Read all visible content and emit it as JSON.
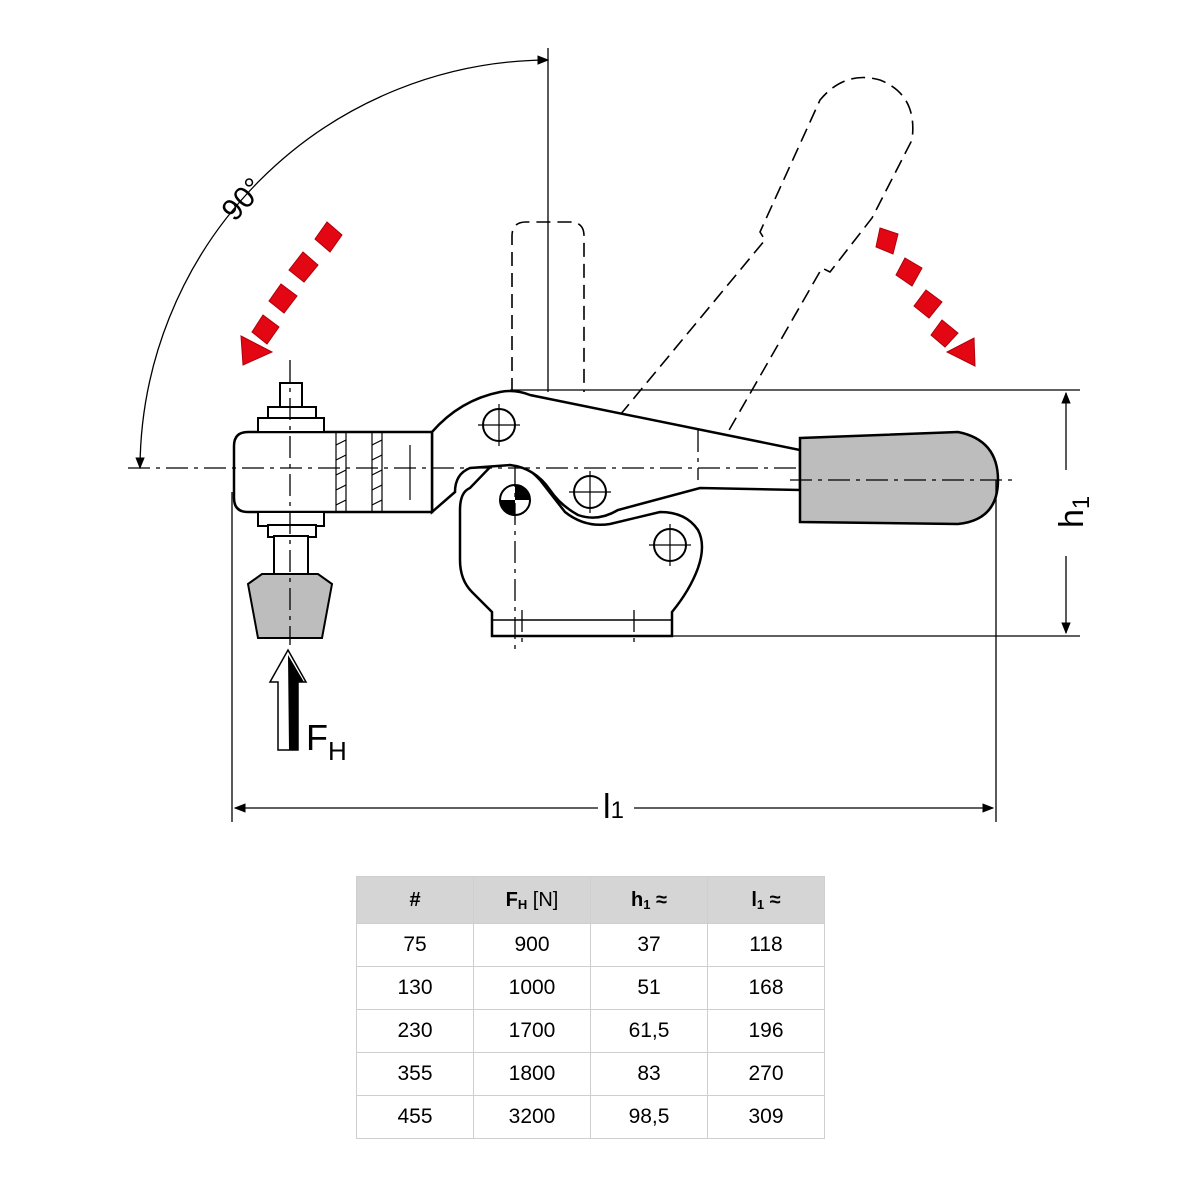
{
  "labels": {
    "angle": "90°",
    "force_main": "F",
    "force_sub": "H",
    "length_main": "l",
    "length_sub": "1",
    "height_main": "h",
    "height_sub": "1"
  },
  "table": {
    "headers": [
      {
        "main": "#",
        "sub": "",
        "suffix": ""
      },
      {
        "main": "F",
        "sub": "H",
        "suffix": " [N]"
      },
      {
        "main": "h",
        "sub": "1",
        "suffix": " ≈"
      },
      {
        "main": "l",
        "sub": "1",
        "suffix": " ≈"
      }
    ],
    "rows": [
      [
        "75",
        "900",
        "37",
        "118"
      ],
      [
        "130",
        "1000",
        "51",
        "168"
      ],
      [
        "230",
        "1700",
        "61,5",
        "196"
      ],
      [
        "355",
        "1800",
        "83",
        "270"
      ],
      [
        "455",
        "3200",
        "98,5",
        "309"
      ]
    ]
  },
  "colors": {
    "arrow_red": "#e30613",
    "handle_grey": "#bdbdbd",
    "header_grey": "#d5d5d5",
    "line": "#000000"
  }
}
